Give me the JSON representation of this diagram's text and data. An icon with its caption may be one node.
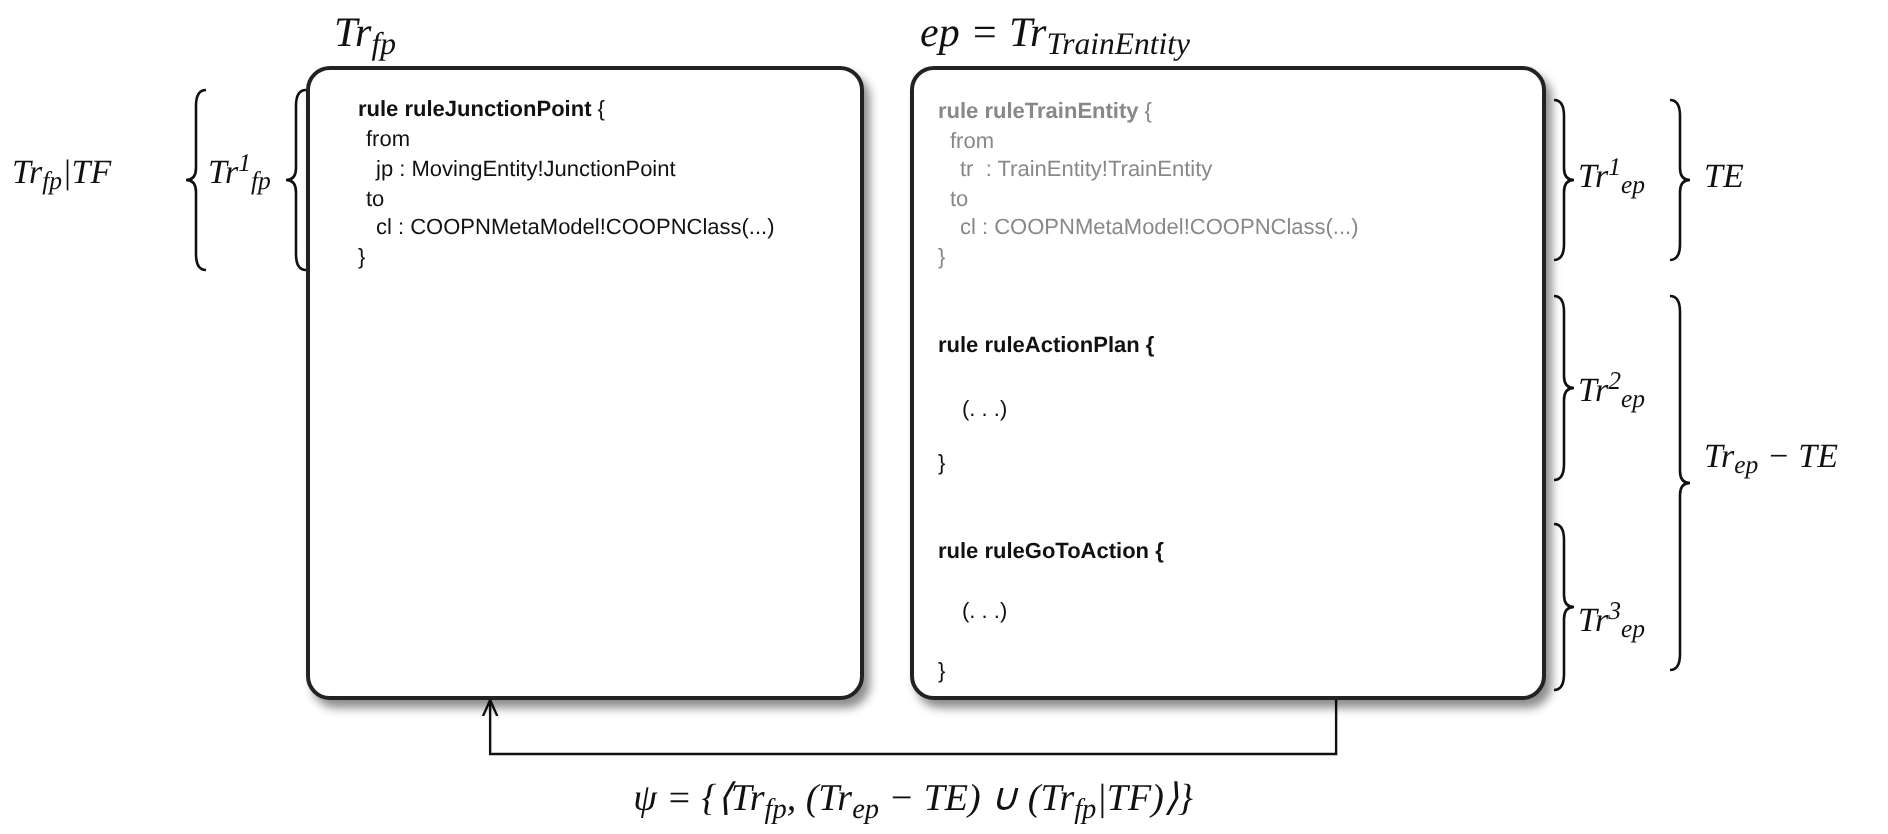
{
  "diagram": {
    "nodes": [
      {
        "text": [
          "Tr$_{fp}$",
          "**rule ruleJunctionPoint** {",
          "from",
          "jp : MovingEntity!JunctionPoint",
          "to",
          "cl : COOPNMetaModel!COOPNClass(...)",
          "}"
        ]
      },
      {
        "text": [
          "ep = Tr$_{TrainEntity}$",
          "**rule ruleTrainEntity** {",
          "from",
          "tr  : TrainEntity!TrainEntity",
          "to",
          "cl : COOPNMetaModel!COOPNClass(...)",
          "}",
          "rule ruleActionPlan {",
          "(. . .)",
          "}",
          "**rule ruleGoToAction** {",
          "(. . .)",
          "}"
        ]
      }
    ],
    "edges": [
      {
        "from": 1,
        "to": 0,
        "arrow": "to",
        "label": "ψ = {⟨Tr$_{fp}$, (Tr$_{ep}$ − TE) ∪ (Tr$_{fp}$|TF)⟩}"
      }
    ],
    "labels": [
      "Tr$_{fp}$|TF",
      "Tr$^{1}$$_{fp}$",
      "Tr$^{1}$$_{ep}$",
      "TE",
      "Tr$^{2}$$_{ep}$",
      "Tr$_{ep}$ − TE",
      "Tr$^{3}$$_{ep}$"
    ]
  }
}
